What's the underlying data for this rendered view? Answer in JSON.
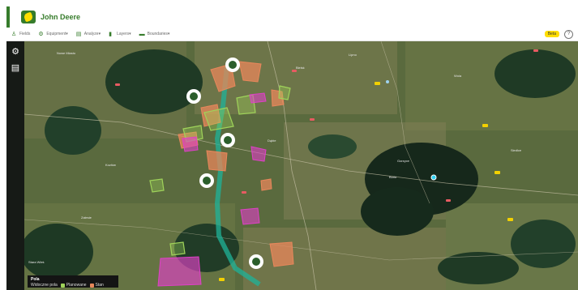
{
  "app": {
    "brand": "John Deere"
  },
  "toolbar": {
    "items": [
      {
        "label": "Fields"
      },
      {
        "label": "Equipment"
      },
      {
        "label": "Analyze"
      },
      {
        "label": "Layers"
      },
      {
        "label": "Boundaries"
      }
    ],
    "badge": "Beta",
    "help": "?"
  },
  "colors": {
    "brand_green": "#367C2B",
    "brand_yellow": "#FFDE00",
    "field_orange": "#E8875B",
    "field_magenta": "#E040C8",
    "field_green": "#9FD35A",
    "route": "#1FB39A"
  },
  "map": {
    "place_labels": [
      "Nowe Miasto",
      "Bielsk",
      "Lipno",
      "Wola",
      "Kozłów",
      "Dąbie",
      "Gorzyce",
      "Borki",
      "Zalesie",
      "Siedlce",
      "Stara Wieś"
    ]
  },
  "legend": {
    "title": "Pola",
    "subtitle": "Widoczne pola",
    "items": [
      {
        "label": "Planowane",
        "color": "#9FD35A"
      },
      {
        "label": "Stan",
        "color": "#E8875B"
      }
    ]
  }
}
